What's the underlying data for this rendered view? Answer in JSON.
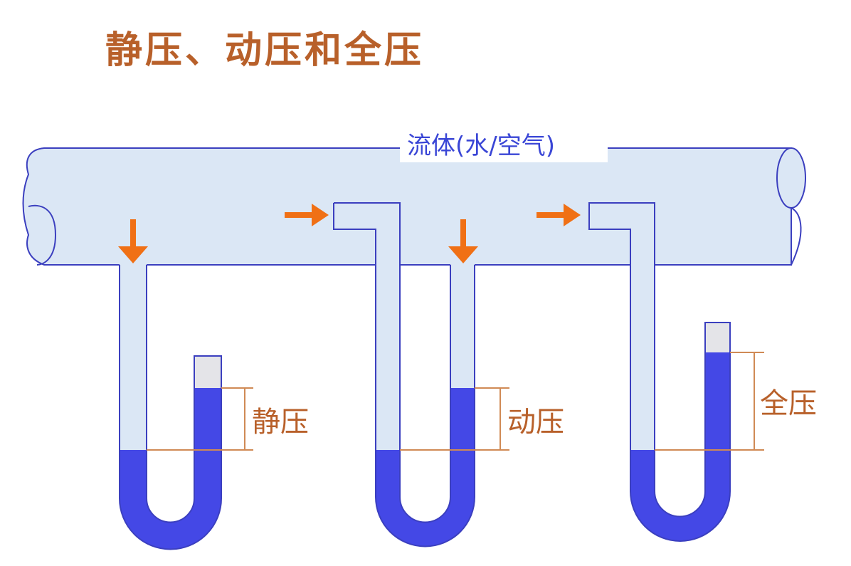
{
  "title": "静压、动压和全压",
  "pipe_label": "流体(水/空气)",
  "measurements": {
    "static": "静压",
    "dynamic": "动压",
    "total": "全压"
  },
  "colors": {
    "pipe_fill": "#dbe7f5",
    "outline": "#3b3fbf",
    "liquid": "#4448e6",
    "arrow": "#f07015",
    "dimension": "#d08a55",
    "title": "#b8602a",
    "pipe_label": "#3a46d6"
  }
}
